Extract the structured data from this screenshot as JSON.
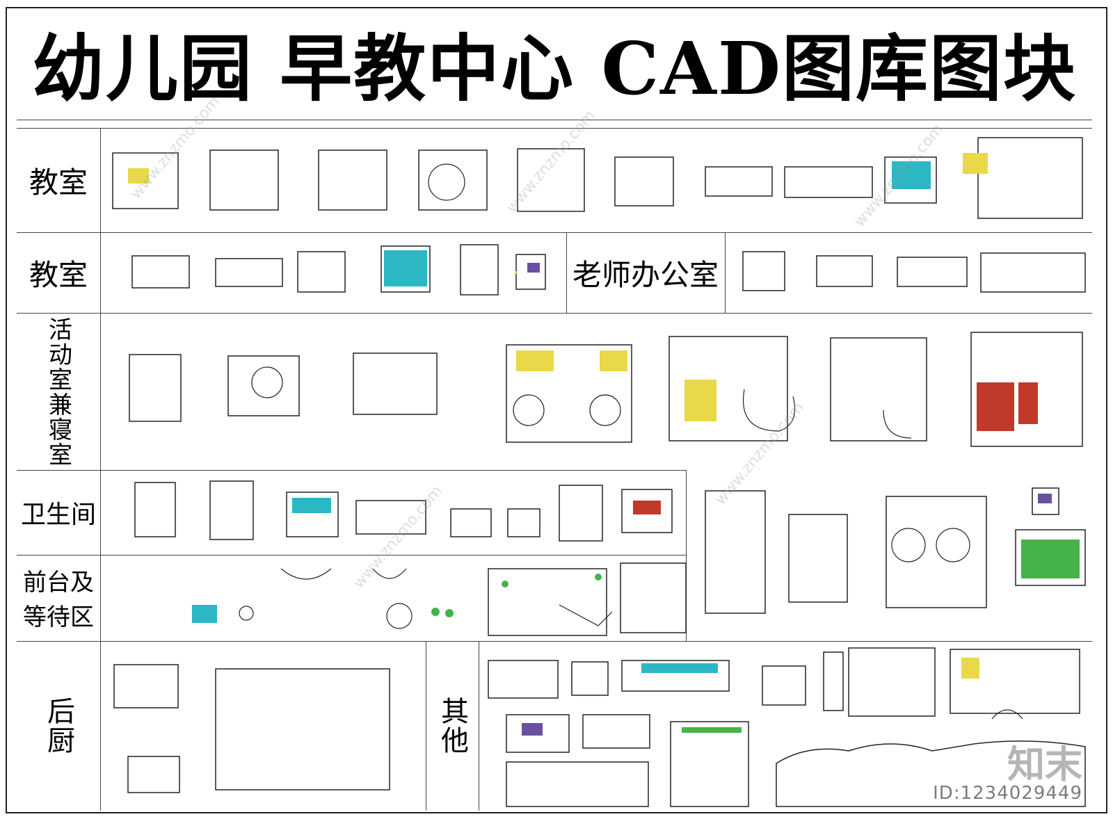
{
  "title": "幼儿园 早教中心 CAD图库图块",
  "sections": {
    "classroom_1": "教室",
    "classroom_2": "教室",
    "teacher_office": "老师办公室",
    "activity_sleep": "活动室兼寝室",
    "restroom": "卫生间",
    "reception_1": "前台及",
    "reception_2": "等待区",
    "kitchen": "后厨",
    "other": "其他"
  },
  "watermark": {
    "brand": "知末",
    "id": "ID:1234029449",
    "site": "www.znzmo.com"
  },
  "colors": {
    "line": "#222222",
    "accent_yellow": "#e8d84a",
    "accent_cyan": "#2bb7c4",
    "accent_green": "#46b34a",
    "accent_red": "#c0392b",
    "accent_purple": "#6b4fa0"
  }
}
